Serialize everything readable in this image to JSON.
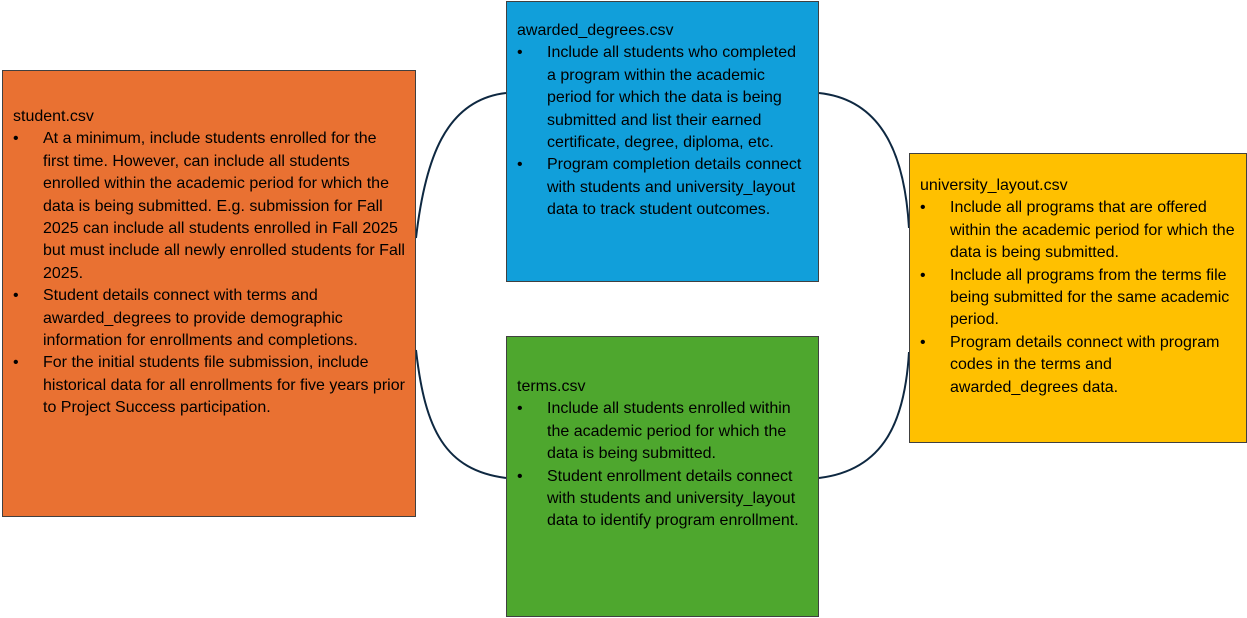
{
  "diagram": {
    "colors": {
      "student": "#e97132",
      "awarded_degrees": "#119fda",
      "university_layout": "#ffc000",
      "terms": "#4ea72e",
      "connector": "#0e2841"
    },
    "boxes": {
      "student": {
        "title": "student.csv",
        "bullets": [
          "At a minimum, include students enrolled for the first time. However, can include all students enrolled within the academic period for which the data is being submitted. E.g. submission for Fall 2025 can include all students enrolled in Fall 2025 but must include all newly enrolled students for Fall 2025.",
          "Student details connect with terms and awarded_degrees to provide demographic information for enrollments and completions.",
          "For the initial students file submission, include historical data for all enrollments for five years prior to Project Success participation."
        ]
      },
      "awarded_degrees": {
        "title": "awarded_degrees.csv",
        "bullets": [
          "Include all students who completed a program within the academic period for which the data is being submitted and list their earned certificate, degree, diploma, etc.",
          "Program completion details connect with students and university_layout data to track student outcomes."
        ]
      },
      "university_layout": {
        "title": "university_layout.csv",
        "bullets": [
          "Include all programs that are offered within the academic period for which the data is being submitted.",
          "Include all programs from the terms file being submitted for the same academic period.",
          "Program details connect with program codes in the terms and awarded_degrees data."
        ]
      },
      "terms": {
        "title": "terms.csv",
        "bullets": [
          "Include all students enrolled within the academic period for which the data is being submitted.",
          "Student enrollment details connect with students and university_layout data to identify program enrollment."
        ]
      }
    }
  }
}
